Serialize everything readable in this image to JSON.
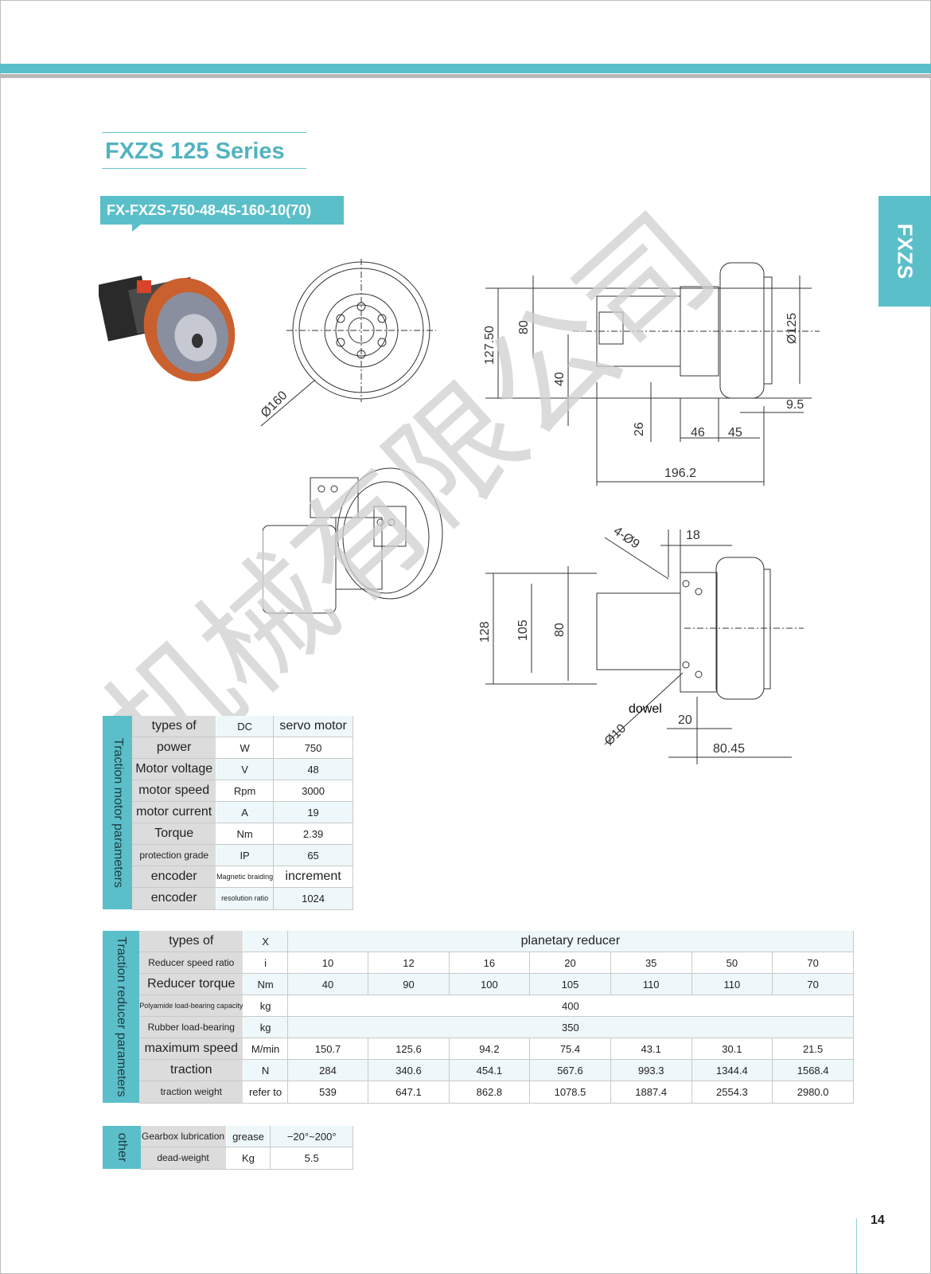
{
  "header": {
    "series_title": "FXZS 125 Series",
    "model": "FX-FXZS-750-48-45-160-10(70)",
    "side_tab": "FXZS"
  },
  "watermark": {
    "text": "机械有限公司"
  },
  "drawing1": {
    "dia_wheel": "Ø160",
    "dim_127_50": "127.50",
    "dim_80": "80",
    "dim_40": "40",
    "dim_26": "26",
    "dim_46": "46",
    "dim_45": "45",
    "dim_9_5": "9.5",
    "dim_196_2": "196.2",
    "dia_125": "Ø125"
  },
  "drawing2": {
    "holes": "4-Ø9",
    "dim_18": "18",
    "dim_128": "128",
    "dim_105": "105",
    "dim_80": "80",
    "dowel": "dowel",
    "dia_10": "Ø10",
    "dim_20": "20",
    "dim_80_45": "80.45"
  },
  "motor_table": {
    "section": "Traction motor parameters",
    "rows": [
      {
        "label": "types of",
        "unit": "DC",
        "value": "servo motor"
      },
      {
        "label": "power",
        "unit": "W",
        "value": "750"
      },
      {
        "label": "Motor voltage",
        "unit": "V",
        "value": "48"
      },
      {
        "label": "motor speed",
        "unit": "Rpm",
        "value": "3000"
      },
      {
        "label": "motor current",
        "unit": "A",
        "value": "19"
      },
      {
        "label": "Torque",
        "unit": "Nm",
        "value": "2.39"
      },
      {
        "label": "protection grade",
        "unit": "IP",
        "value": "65"
      },
      {
        "label": "encoder",
        "unit": "Magnetic braiding",
        "value": "increment"
      },
      {
        "label": "encoder",
        "unit": "resolution ratio",
        "value": "1024"
      }
    ]
  },
  "reducer_table": {
    "section": "Traction reducer parameters",
    "type_row": {
      "label": "types of",
      "unit": "X",
      "value": "planetary reducer"
    },
    "rows": [
      {
        "label": "Reducer speed ratio",
        "unit": "i",
        "values": [
          "10",
          "12",
          "16",
          "20",
          "35",
          "50",
          "70"
        ]
      },
      {
        "label": "Reducer torque",
        "unit": "Nm",
        "values": [
          "40",
          "90",
          "100",
          "105",
          "110",
          "110",
          "70"
        ]
      },
      {
        "label": "Polyamide load-bearing capacity",
        "unit": "kg",
        "span": "400"
      },
      {
        "label": "Rubber load-bearing",
        "unit": "kg",
        "span": "350"
      },
      {
        "label": "maximum speed",
        "unit": "M/min",
        "values": [
          "150.7",
          "125.6",
          "94.2",
          "75.4",
          "43.1",
          "30.1",
          "21.5"
        ]
      },
      {
        "label": "traction",
        "unit": "N",
        "values": [
          "284",
          "340.6",
          "454.1",
          "567.6",
          "993.3",
          "1344.4",
          "1568.4"
        ]
      },
      {
        "label": "traction weight",
        "unit": "refer to",
        "values": [
          "539",
          "647.1",
          "862.8",
          "1078.5",
          "1887.4",
          "2554.3",
          "2980.0"
        ]
      }
    ]
  },
  "other_table": {
    "section": "other",
    "rows": [
      {
        "label": "Gearbox lubrication",
        "unit": "grease",
        "value": "−20°~200°"
      },
      {
        "label": "dead-weight",
        "unit": "Kg",
        "value": "5.5"
      }
    ]
  },
  "page_number": "14"
}
